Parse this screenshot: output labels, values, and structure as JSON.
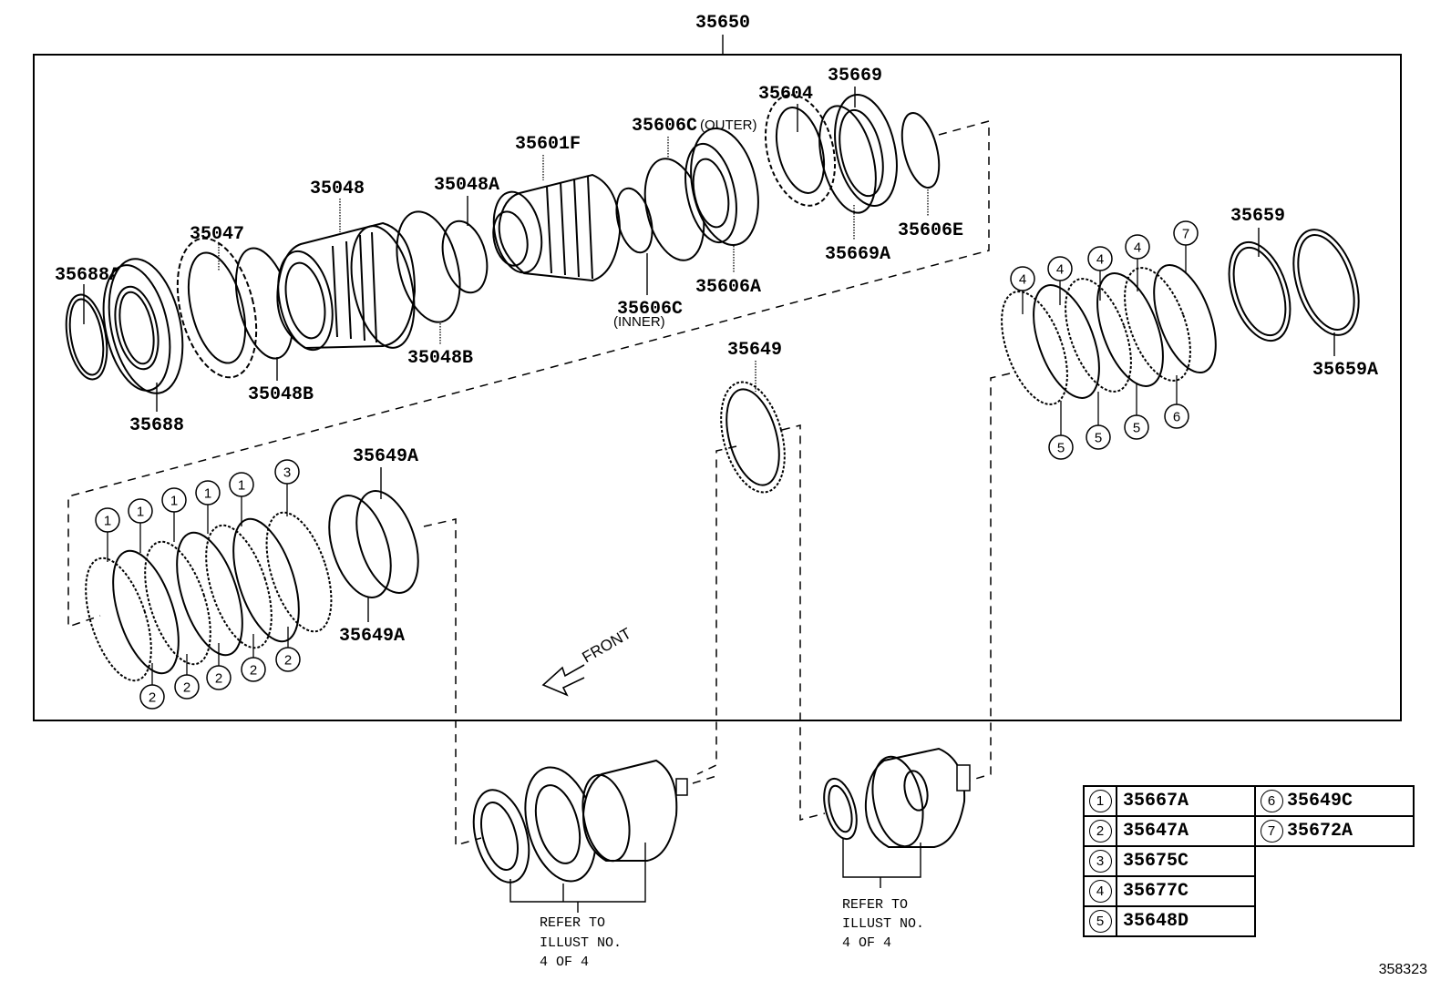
{
  "diagram": {
    "assembly_number": "35650",
    "illustration_id": "358323",
    "front_label": "FRONT",
    "part_labels": {
      "p35688A": "35688A",
      "p35688": "35688",
      "p35047": "35047",
      "p35048": "35048",
      "p35048B_1": "35048B",
      "p35048B_2": "35048B",
      "p35048A": "35048A",
      "p35601F": "35601F",
      "p35606C_outer": "35606C",
      "p35606C_outer_note": "(OUTER)",
      "p35606C_inner": "35606C",
      "p35606C_inner_note": "(INNER)",
      "p35606A": "35606A",
      "p35604": "35604",
      "p35669": "35669",
      "p35669A": "35669A",
      "p35606E": "35606E",
      "p35659": "35659",
      "p35659A": "35659A",
      "p35649": "35649",
      "p35649A_top": "35649A",
      "p35649A_bottom": "35649A"
    },
    "callouts_left_pack": {
      "top": [
        "1",
        "1",
        "1",
        "1",
        "1",
        "3"
      ],
      "bottom": [
        "2",
        "2",
        "2",
        "2",
        "2"
      ]
    },
    "callouts_right_pack": {
      "top": [
        "4",
        "4",
        "4",
        "4",
        "7"
      ],
      "bottom": [
        "5",
        "5",
        "5",
        "6"
      ]
    },
    "refer_notes": [
      {
        "line1": "REFER TO",
        "line2": "ILLUST NO.",
        "line3": "4 OF 4"
      },
      {
        "line1": "REFER TO",
        "line2": "ILLUST NO.",
        "line3": "4 OF 4"
      }
    ]
  },
  "legend": {
    "rows": [
      {
        "num": "1",
        "code": "35667A"
      },
      {
        "num": "2",
        "code": "35647A"
      },
      {
        "num": "3",
        "code": "35675C"
      },
      {
        "num": "4",
        "code": "35677C"
      },
      {
        "num": "5",
        "code": "35648D"
      },
      {
        "num": "6",
        "code": "35649C"
      },
      {
        "num": "7",
        "code": "35672A"
      }
    ]
  }
}
